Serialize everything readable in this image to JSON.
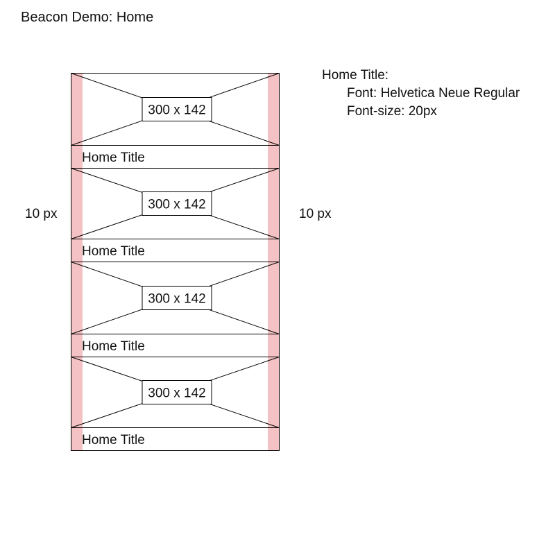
{
  "page_title": "Beacon Demo: Home",
  "cards": [
    {
      "placeholder_label": "300 x 142",
      "title": "Home Title"
    },
    {
      "placeholder_label": "300 x 142",
      "title": "Home Title"
    },
    {
      "placeholder_label": "300 x 142",
      "title": "Home Title"
    },
    {
      "placeholder_label": "300 x 142",
      "title": "Home Title"
    }
  ],
  "margins": {
    "left_label": "10 px",
    "right_label": "10 px",
    "highlight_color": "#f4c2c4"
  },
  "spec": {
    "heading": "Home Title:",
    "font": "Font: Helvetica Neue Regular",
    "font_size": "Font-size: 20px"
  }
}
